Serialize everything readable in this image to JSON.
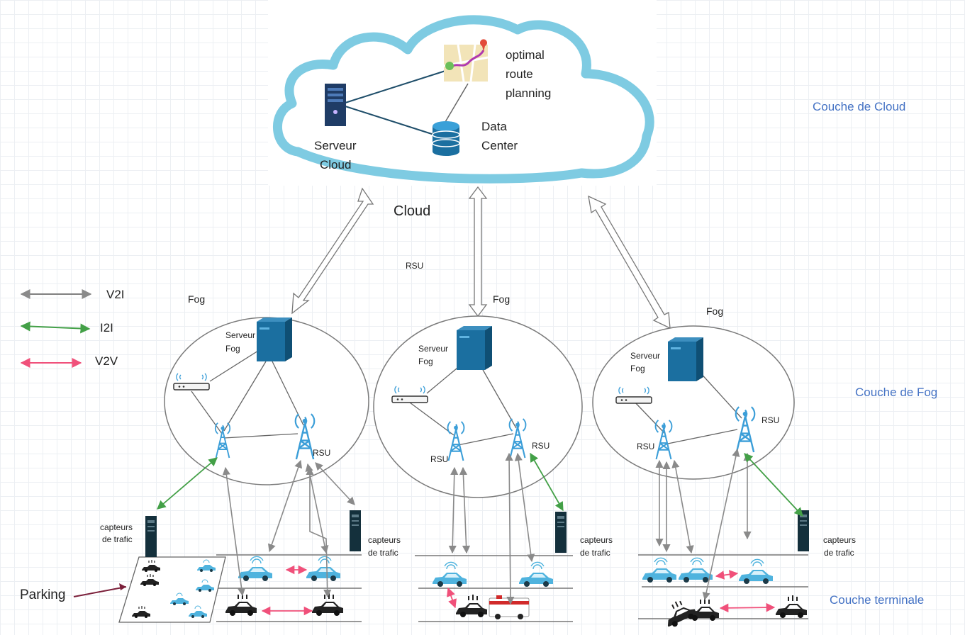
{
  "cloud": {
    "title": "Cloud",
    "server_label": [
      "Serveur",
      "Cloud"
    ],
    "datacenter_label": [
      "Data",
      "Center"
    ],
    "route_label": [
      "optimal",
      "route",
      "planning"
    ],
    "rsu_label": "RSU"
  },
  "layers": {
    "cloud": "Couche de Cloud",
    "fog": "Couche de Fog",
    "terminal": "Couche terminale"
  },
  "legend": [
    {
      "label": "V2I",
      "color": "#808080"
    },
    {
      "label": "I2I",
      "color": "#4caf50"
    },
    {
      "label": "V2V",
      "color": "#f0507a"
    }
  ],
  "fog_nodes": [
    {
      "fog_label": "Fog",
      "server_label": [
        "Serveur",
        "Fog"
      ],
      "rsu_label": "RSU"
    },
    {
      "fog_label": "Fog",
      "server_label": [
        "Serveur",
        "Fog"
      ],
      "rsu_left": "RSU",
      "rsu_right": "RSU"
    },
    {
      "fog_label": "Fog",
      "server_label": [
        "Serveur",
        "Fog"
      ],
      "rsu_left": "RSU",
      "rsu_right": "RSU"
    }
  ],
  "sensors": {
    "label": [
      "capteurs",
      "de trafic"
    ]
  },
  "parking": {
    "label": "Parking"
  },
  "colors": {
    "cloud_outline": "#7ecbe2",
    "server": "#1b6fa0",
    "tower": "#3b9ed8",
    "car_blue": "#4fb3de",
    "car_black": "#222222",
    "layer_text": "#4472c4"
  }
}
